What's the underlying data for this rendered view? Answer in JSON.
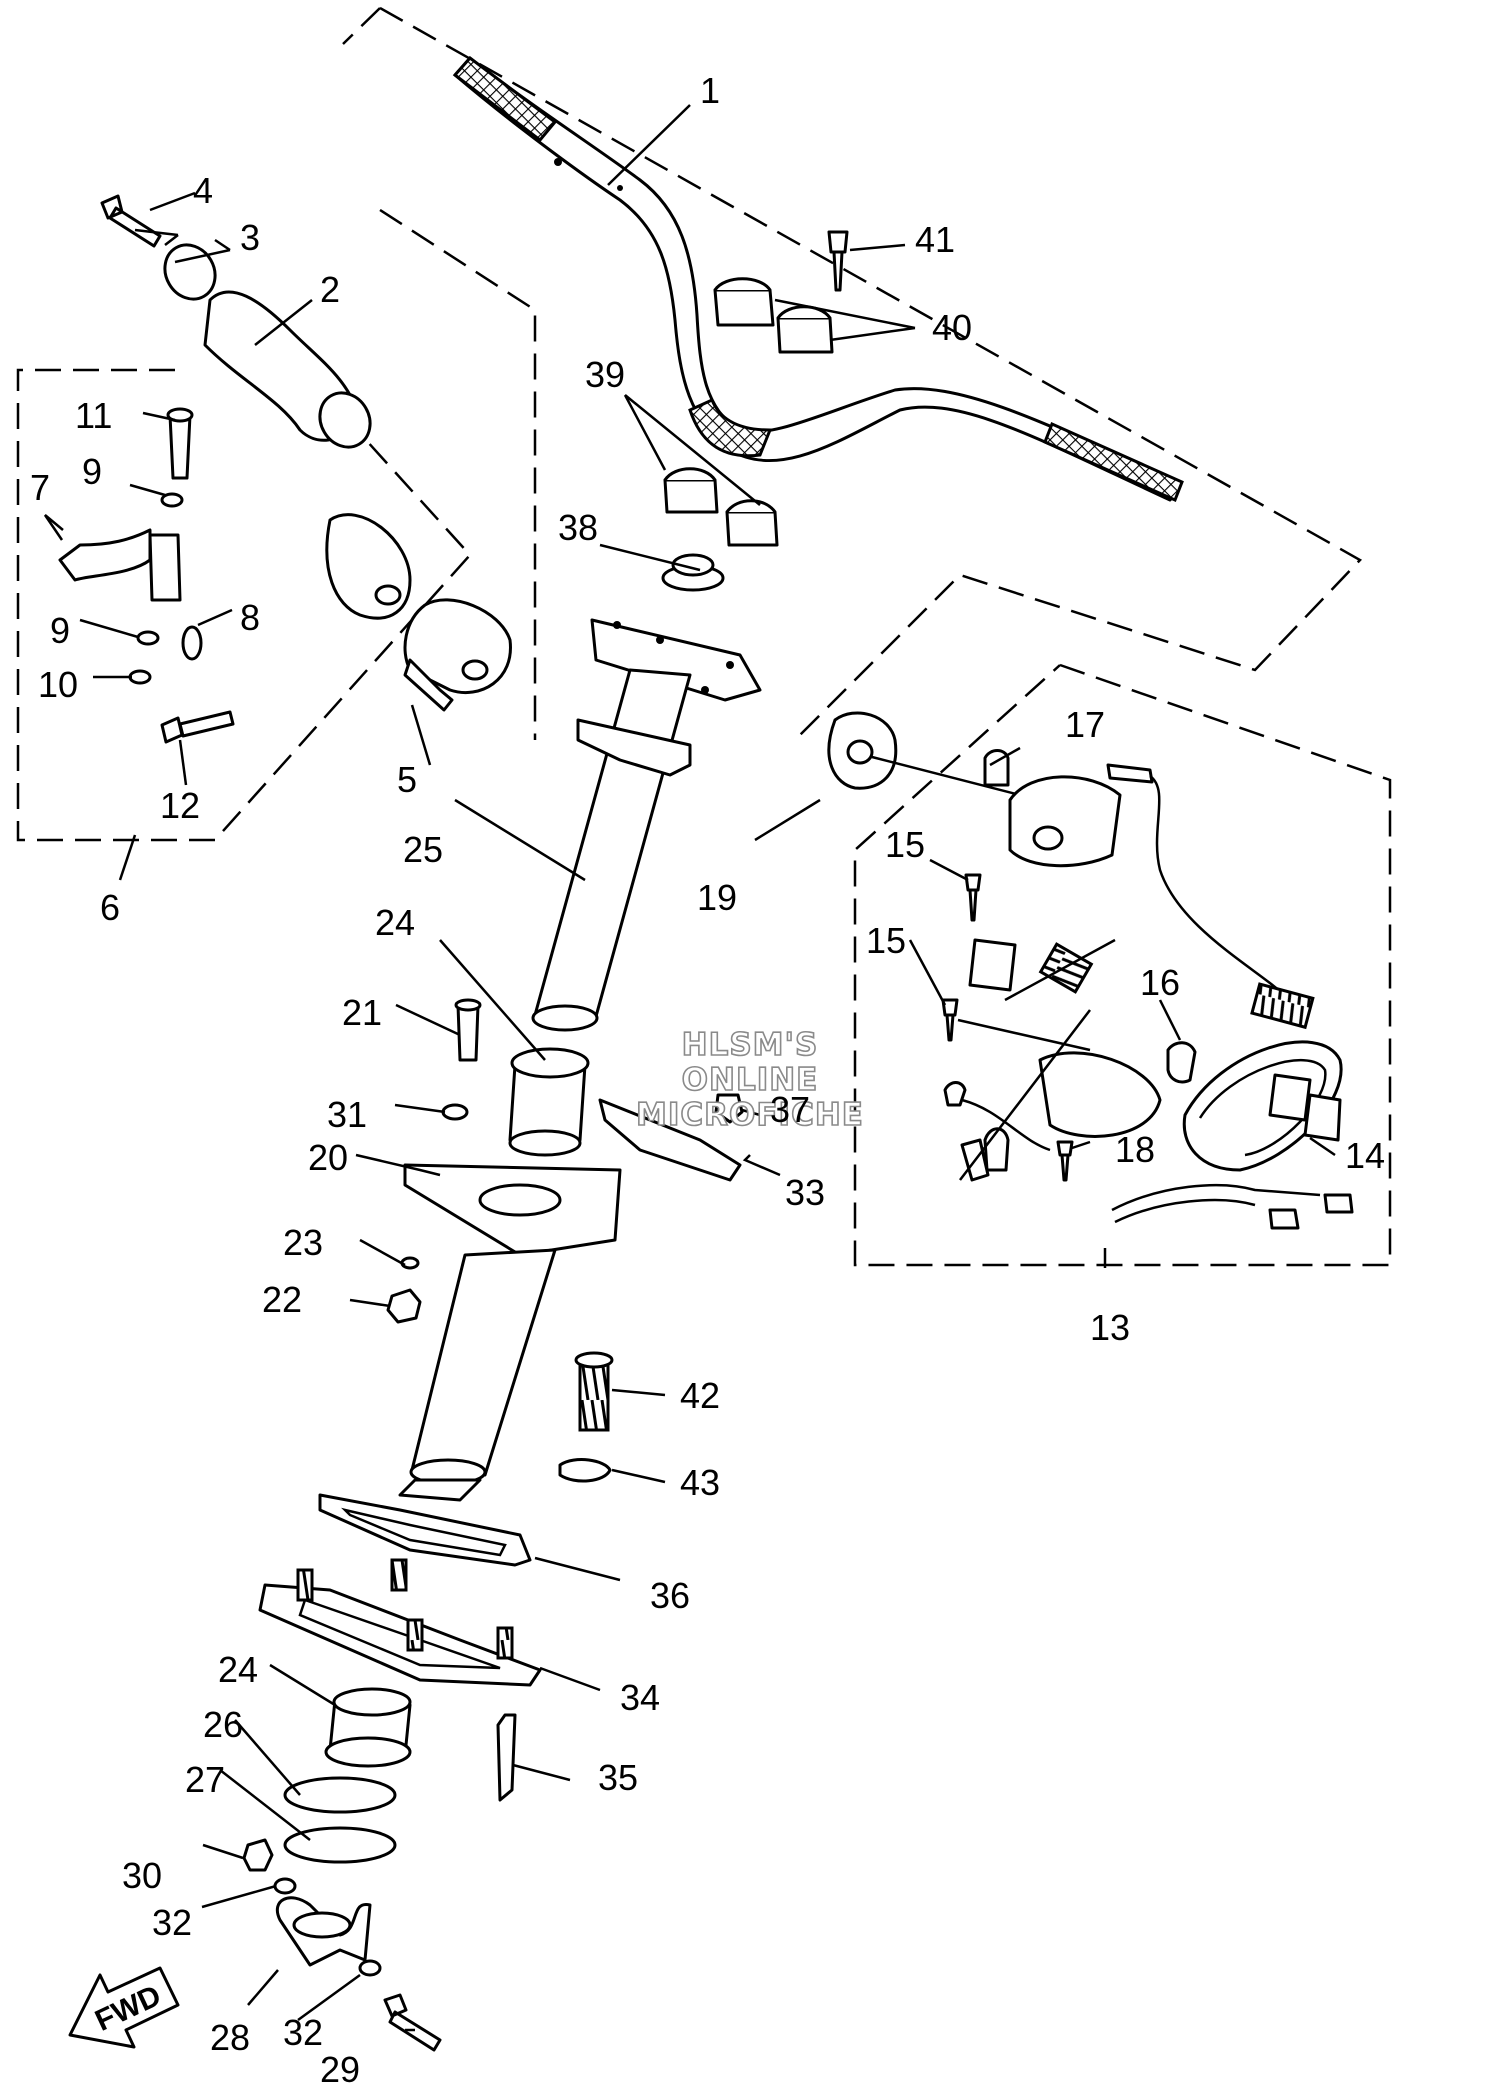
{
  "watermark": {
    "line1": "HLSM'S",
    "line2": "ONLINE",
    "line3": "MICROFICHE"
  },
  "fwd_label": "FWD",
  "callouts": [
    "1",
    "2",
    "3",
    "4",
    "5",
    "6",
    "7",
    "8",
    "9",
    "9",
    "10",
    "11",
    "12",
    "13",
    "14",
    "15",
    "15",
    "16",
    "17",
    "18",
    "19",
    "20",
    "21",
    "22",
    "23",
    "24",
    "24",
    "25",
    "26",
    "27",
    "28",
    "29",
    "30",
    "31",
    "32",
    "32",
    "33",
    "34",
    "35",
    "36",
    "37",
    "38",
    "39",
    "40",
    "41",
    "42",
    "43"
  ]
}
